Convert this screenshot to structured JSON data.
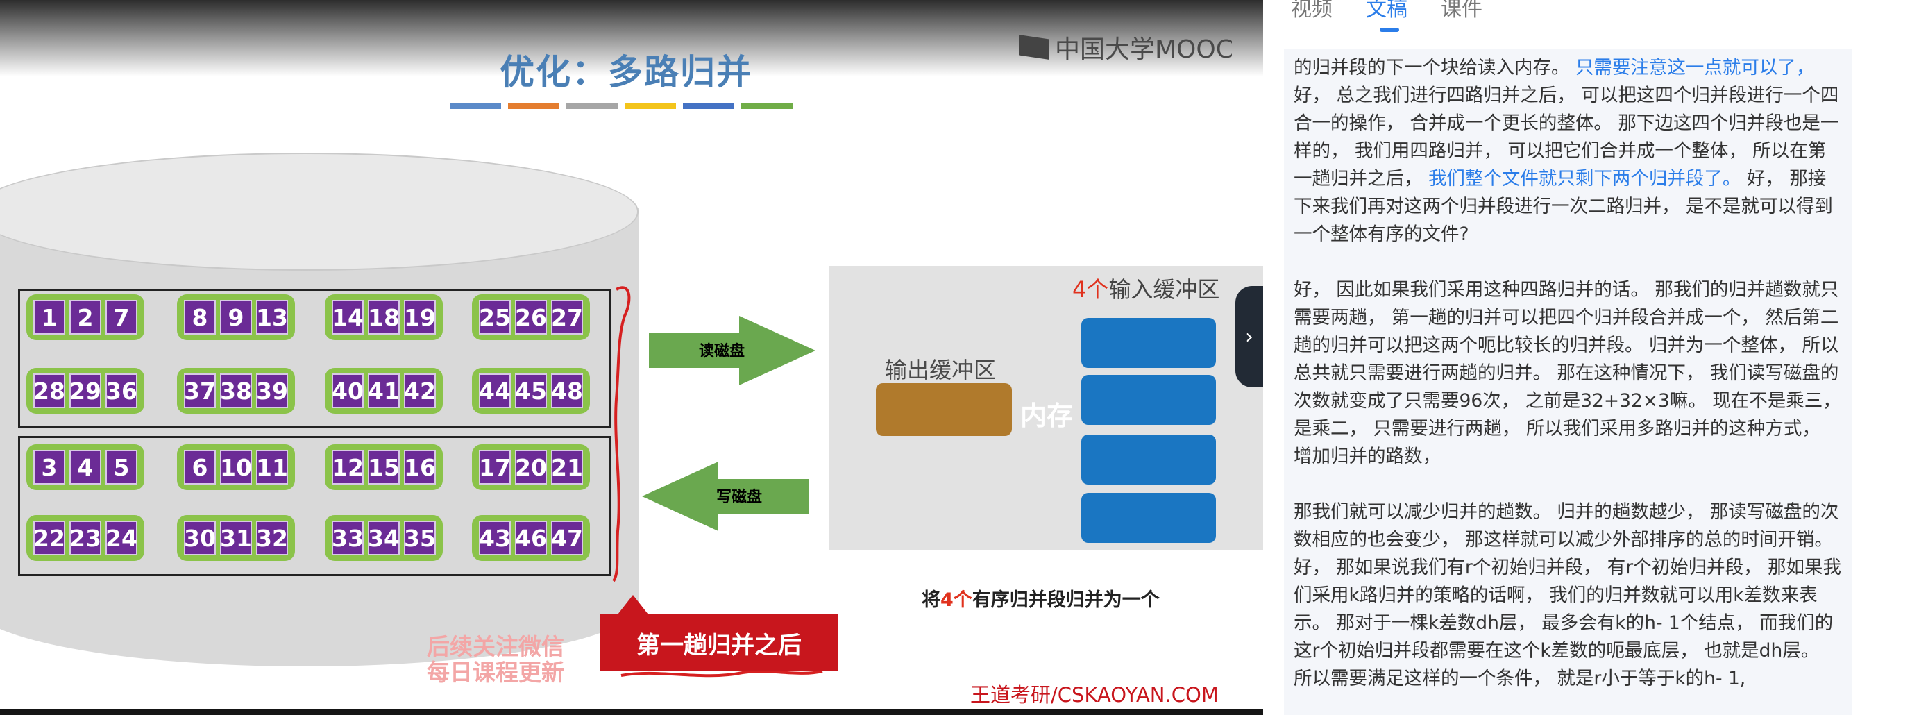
{
  "slide": {
    "title": "优化：多路归并",
    "logo": "中国大学MOOC",
    "color_strip": [
      "#5b8ac9",
      "#e47d2f",
      "#a6a6a6",
      "#f3c41b",
      "#4472c4",
      "#70ad47"
    ],
    "read_arrow": "读磁盘",
    "write_arrow": "写磁盘",
    "input_buffer_count": "4个",
    "input_buffer_label": "输入缓冲区",
    "output_buffer_label": "输出缓冲区",
    "memory_label": "内存",
    "caption_prefix": "将",
    "caption_count": "4个",
    "caption_suffix": "有序归并段归并为一个",
    "banner": "第一趟归并之后",
    "watermark_line1": "后续关注微信",
    "watermark_line2": "每日课程更新",
    "footer_brand": "王道考研/CSKAOYAN.COM",
    "toggle_icon": "›",
    "segments": [
      [
        "1",
        "2",
        "7"
      ],
      [
        "8",
        "9",
        "13"
      ],
      [
        "14",
        "18",
        "19"
      ],
      [
        "25",
        "26",
        "27"
      ],
      [
        "28",
        "29",
        "36"
      ],
      [
        "37",
        "38",
        "39"
      ],
      [
        "40",
        "41",
        "42"
      ],
      [
        "44",
        "45",
        "48"
      ],
      [
        "3",
        "4",
        "5"
      ],
      [
        "6",
        "10",
        "11"
      ],
      [
        "12",
        "15",
        "16"
      ],
      [
        "17",
        "20",
        "21"
      ],
      [
        "22",
        "23",
        "24"
      ],
      [
        "30",
        "31",
        "32"
      ],
      [
        "33",
        "34",
        "35"
      ],
      [
        "43",
        "46",
        "47"
      ]
    ]
  },
  "side_panel": {
    "tabs": [
      "视频",
      "文稿",
      "课件"
    ],
    "active_tab": 1,
    "paragraphs": [
      [
        {
          "t": "的归并段的下一个块给读入内存。 "
        },
        {
          "t": "只需要注意这一点就可以了，",
          "hl": true
        },
        {
          "t": " 好， 总之我们进行四路归并之后， 可以把这四个归并段进行一个四合一的操作， 合并成一个更长的整体。 那下边这四个归并段也是一样的， 我们用四路归并， 可以把它们合并成一个整体， 所以在第一趟归并之后， "
        },
        {
          "t": "我们整个文件就只剩下两个归并段了。",
          "hl": true
        },
        {
          "t": " 好， 那接下来我们再对这两个归并段进行一次二路归并， 是不是就可以得到一个整体有序的文件?"
        }
      ],
      [
        {
          "t": "好， 因此如果我们采用这种四路归并的话。 那我们的归并趟数就只需要两趟， 第一趟的归并可以把四个归并段合并成一个， 然后第二趟的归并可以把这两个呃比较长的归并段。 归并为一个整体， 所以总共就只需要进行两趟的归并。 那在这种情况下， 我们读写磁盘的次数就变成了只需要96次， 之前是32+32×3嘛。 现在不是乘三， 是乘二， 只需要进行两趟， 所以我们采用多路归并的这种方式， 增加归并的路数，"
        }
      ],
      [
        {
          "t": "那我们就可以减少归并的趟数。 归并的趟数越少， 那读写磁盘的次数相应的也会变少， 那这样就可以减少外部排序的总的时间开销。 好， 那如果说我们有r个初始归并段， 有r个初始归并段， 那如果我们采用k路归并的策略的话啊， 我们的归并数就可以用k差数来表示。 那对于一棵k差数dh层， 最多会有k的h- 1个结点， 而我们的这r个初始归并段都需要在这个k差数的呃最底层， 也就是dh层。 所以需要满足这样的一个条件， 就是r小于等于k的h- 1,"
        }
      ]
    ]
  }
}
